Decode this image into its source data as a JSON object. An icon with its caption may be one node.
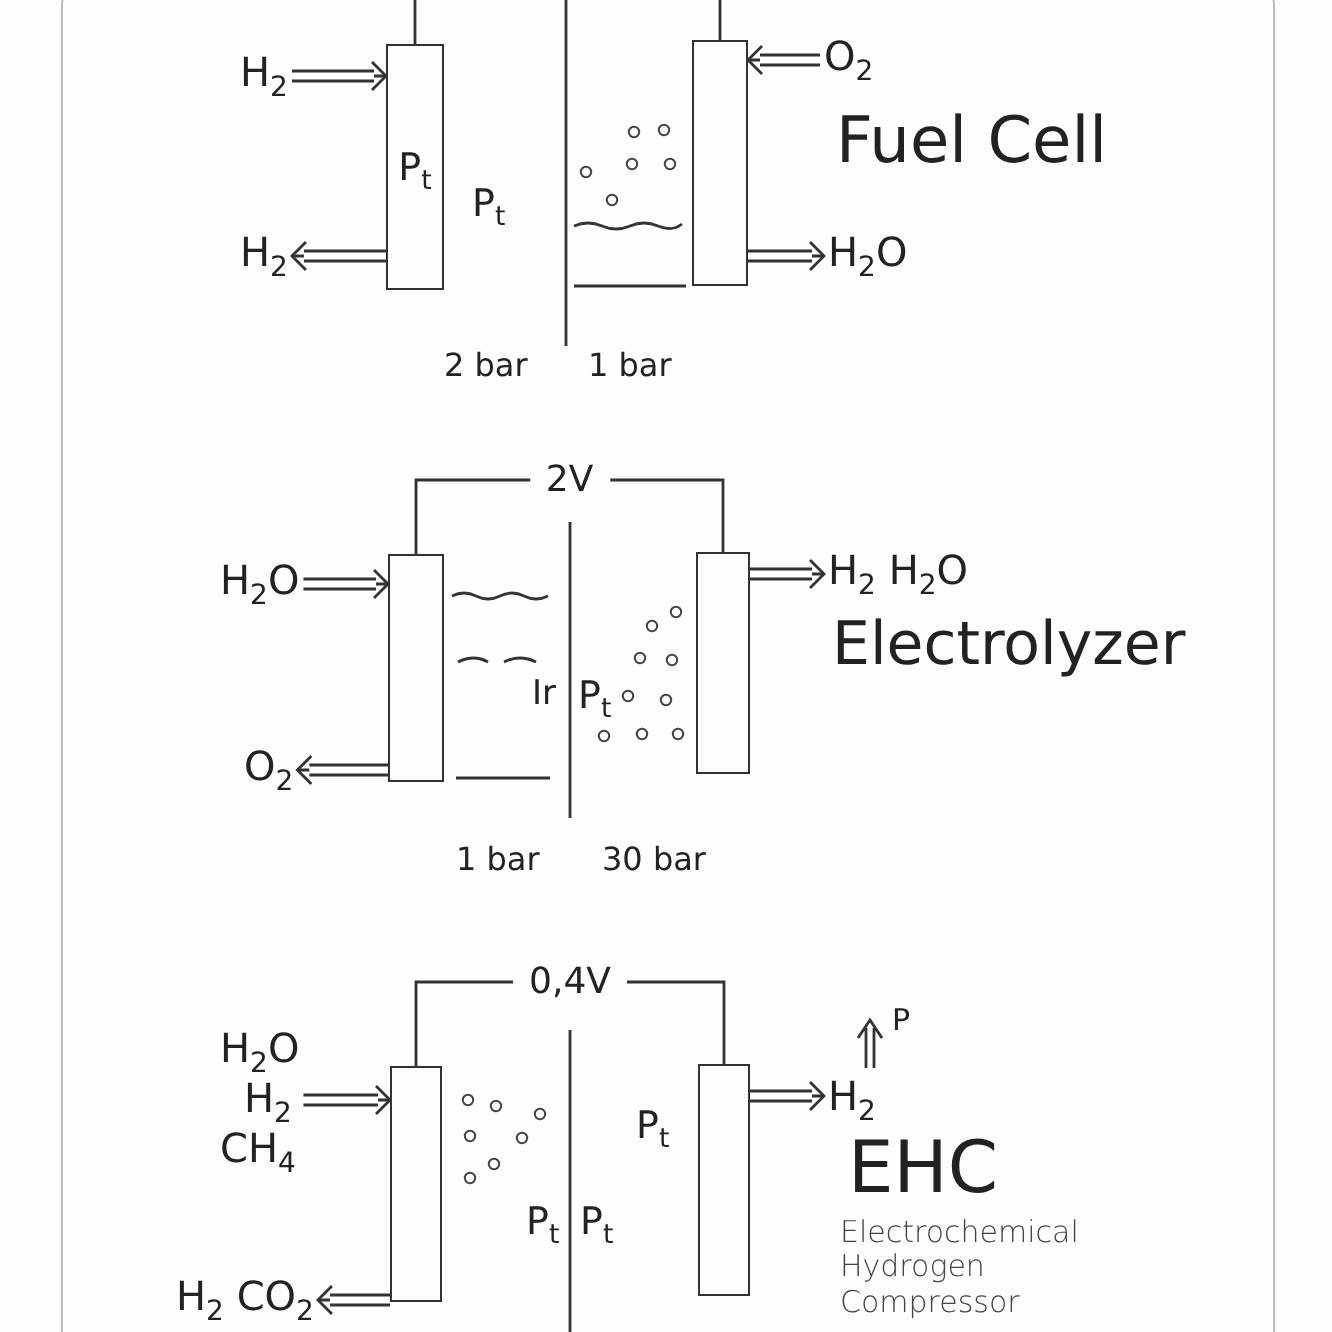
{
  "diagram": {
    "nodes": [
      {
        "text": [
          "P$_{t}$"
        ]
      },
      {
        "text": [],
        "shape": "box"
      },
      {
        "text": [
          "H$_{2}$"
        ]
      },
      {
        "text": [
          "H$_{2}$"
        ]
      },
      {
        "text": [
          "O$_{2}$"
        ]
      },
      {
        "text": [
          "H$_{2}$O"
        ]
      },
      {
        "text": [],
        "shape": "box"
      },
      {
        "text": [],
        "shape": "box"
      },
      {
        "text": [
          "H$_{2}$O"
        ]
      },
      {
        "text": [
          "O$_{2}$"
        ]
      },
      {
        "text": [
          "H$_{2}$ H$_{2}$O"
        ]
      },
      {
        "text": [],
        "shape": "box"
      },
      {
        "text": [],
        "shape": "box"
      },
      {
        "text": [
          "H$_{2}$O",
          "H$_{2}$",
          "CH$_{4}$"
        ]
      },
      {
        "text": [
          "H$_{2}$ CO$_{2}$"
        ]
      },
      {
        "text": [
          "H$_{2}$"
        ]
      }
    ],
    "edges": [
      {
        "from": 2,
        "to": 0,
        "arrow": "to"
      },
      {
        "from": 0,
        "to": 3,
        "arrow": "to"
      },
      {
        "from": 4,
        "to": 1,
        "arrow": "to"
      },
      {
        "from": 1,
        "to": 5,
        "arrow": "to"
      },
      {
        "from": 6,
        "to": 7,
        "arrow": "none",
        "label": "2V"
      },
      {
        "from": 8,
        "to": 6,
        "arrow": "to"
      },
      {
        "from": 6,
        "to": 9,
        "arrow": "to"
      },
      {
        "from": 7,
        "to": 10,
        "arrow": "to"
      },
      {
        "from": 11,
        "to": 12,
        "arrow": "none",
        "label": "0,4V"
      },
      {
        "from": 13,
        "to": 11,
        "arrow": "to"
      },
      {
        "from": 11,
        "to": 14,
        "arrow": "to"
      },
      {
        "from": 12,
        "to": 15,
        "arrow": "to"
      }
    ],
    "labels": [
      "P$_{t}$",
      "Fuel Cell",
      "2 bar",
      "1 bar",
      "Ir",
      "P$_{t}$",
      "Electrolyzer",
      "1 bar",
      "30 bar",
      "P",
      "P$_{t}$",
      "EHC",
      "P$_{t}$",
      "P$_{t}$",
      "Electrochemical Hydrogen Compressor"
    ]
  }
}
